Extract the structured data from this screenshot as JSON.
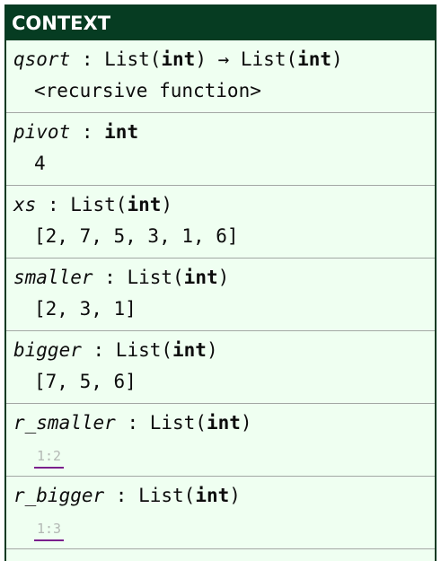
{
  "header": {
    "title": "CONTEXT"
  },
  "entries": [
    {
      "name": "qsort",
      "sep": " : ",
      "type_pre": "List(",
      "type_kw": "int",
      "type_post": ") → List(",
      "type_kw2": "int",
      "type_end": ")",
      "value": "<recursive function>"
    },
    {
      "name": "pivot",
      "sep": " : ",
      "type_kw": "int",
      "value": "4"
    },
    {
      "name": "xs",
      "sep": " : ",
      "type_pre": "List(",
      "type_kw": "int",
      "type_end": ")",
      "value": "[2, 7, 5, 3, 1, 6]"
    },
    {
      "name": "smaller",
      "sep": " : ",
      "type_pre": "List(",
      "type_kw": "int",
      "type_end": ")",
      "value": "[2, 3, 1]"
    },
    {
      "name": "bigger",
      "sep": " : ",
      "type_pre": "List(",
      "type_kw": "int",
      "type_end": ")",
      "value": "[7, 5, 6]"
    },
    {
      "name": "r_smaller",
      "sep": " : ",
      "type_pre": "List(",
      "type_kw": "int",
      "type_end": ")",
      "ref": "1:2"
    },
    {
      "name": "r_bigger",
      "sep": " : ",
      "type_pre": "List(",
      "type_kw": "int",
      "type_end": ")",
      "ref": "1:3"
    }
  ]
}
